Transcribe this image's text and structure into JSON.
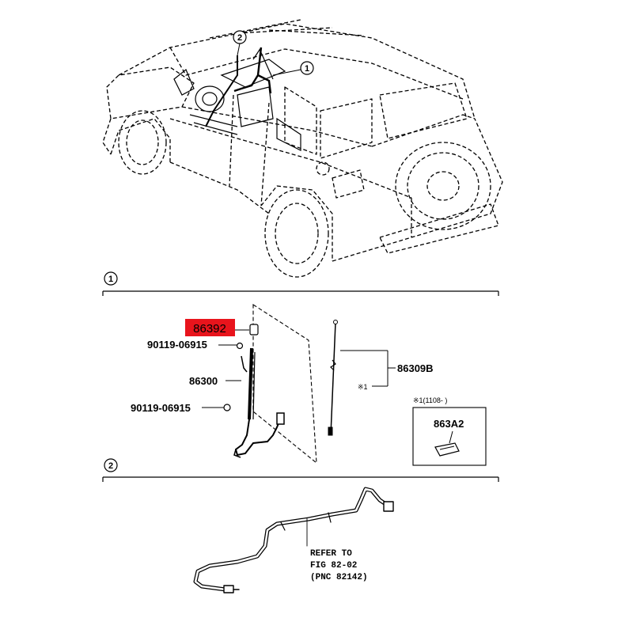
{
  "callouts": {
    "one": "1",
    "two": "2"
  },
  "section1": {
    "highlight_part": "86392",
    "bolt_upper": "90119-06915",
    "antenna_base": "86300",
    "bolt_lower": "90119-06915",
    "antenna_rod": "86309B",
    "note_marker": "※1",
    "inset_note": "※1(1108-     )",
    "inset_part": "863A2"
  },
  "section2": {
    "refer_line1": "REFER TO",
    "refer_line2": "FIG 82-02",
    "refer_line3": "(PNC 82142)"
  },
  "colors": {
    "highlight": "#e8141c",
    "line": "#000000"
  }
}
